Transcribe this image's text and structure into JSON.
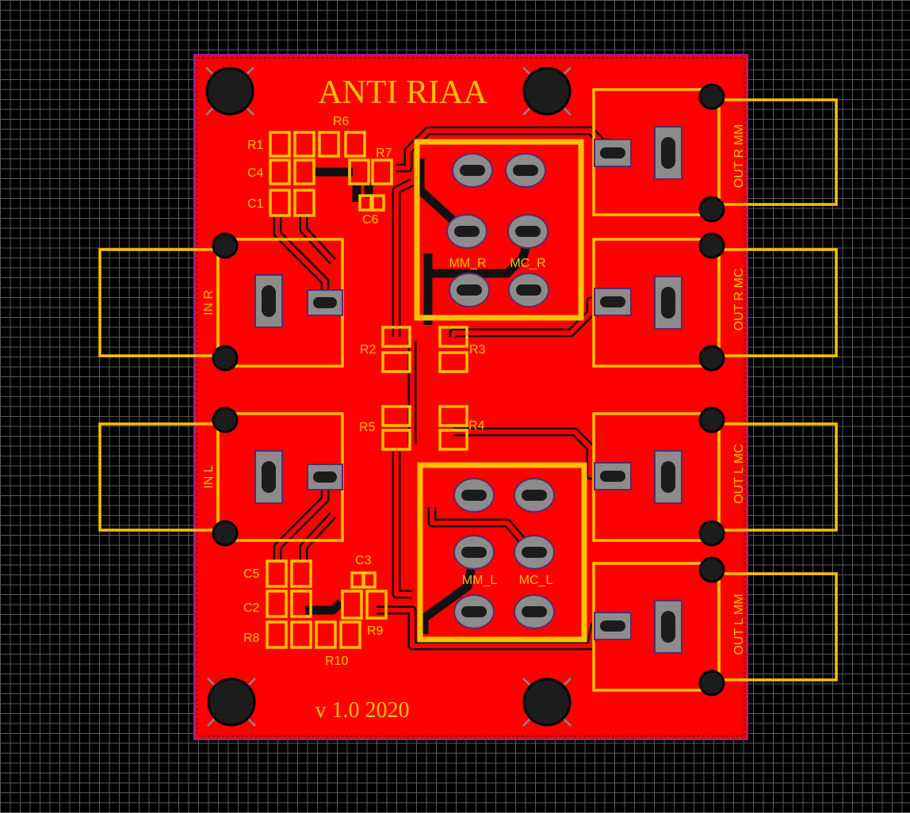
{
  "board": {
    "title": "ANTI RIAA",
    "version": "v 1.0 2020",
    "colors": {
      "copper": "#ff0000",
      "silkscreen": "#ffc000",
      "outline": "#9b1fa0",
      "background": "#000000"
    }
  },
  "connectors": {
    "in_r": "IN R",
    "in_l": "IN L",
    "out_r_mm": "OUT R MM",
    "out_r_mc": "OUT R MC",
    "out_l_mc": "OUT L MC",
    "out_l_mm": "OUT L MM"
  },
  "switches": {
    "mm_r": "MM_R",
    "mc_r": "MC_R",
    "mm_l": "MM_L",
    "mc_l": "MC_L"
  },
  "designators": {
    "R1": "R1",
    "R2": "R2",
    "R3": "R3",
    "R4": "R4",
    "R5": "R5",
    "R6": "R6",
    "R7": "R7",
    "R8": "R8",
    "R9": "R9",
    "R10": "R10",
    "C1": "C1",
    "C2": "C2",
    "C3": "C3",
    "C4": "C4",
    "C5": "C5",
    "C6": "C6"
  }
}
